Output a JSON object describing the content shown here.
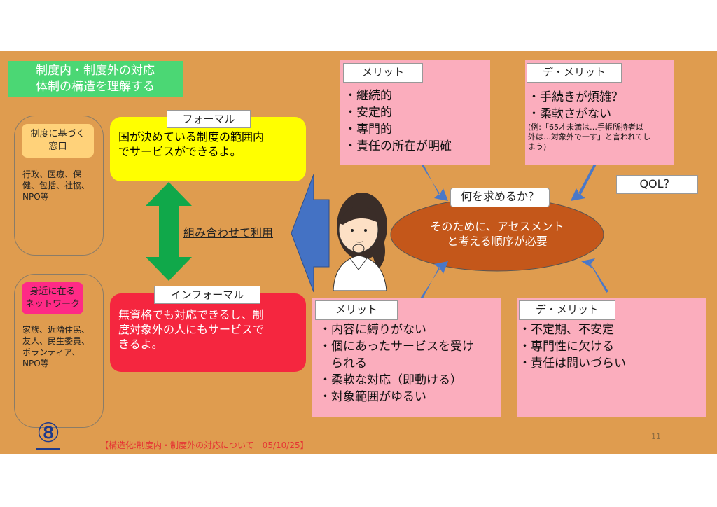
{
  "title": {
    "line1": "制度内・制度外の対応",
    "line2": "体制の構造を理解する"
  },
  "formal_side": {
    "label_line1": "制度に基づく",
    "label_line2": "窓口",
    "text": [
      "行政、医療、保",
      "健、包括、社協、",
      "NPO等"
    ]
  },
  "informal_side": {
    "label_line1": "身近に在る",
    "label_line2": "ネットワーク",
    "text": [
      "家族、近隣住民、",
      "友人、民生委員、",
      "ボランティア、",
      "NPO等"
    ]
  },
  "formal": {
    "tag": "フォーマル",
    "line1": "国が決めている制度の範囲内",
    "line2": "でサービスができるよ。"
  },
  "informal": {
    "tag": "インフォーマル",
    "line1": "無資格でも対応できるし、制",
    "line2": "度対象外の人にもサービスで",
    "line3": "きるよ。"
  },
  "combine_label": "組み合わせて利用",
  "formal_merit": {
    "tag": "メリット",
    "items": [
      "・継続的",
      "・安定的",
      "・専門的",
      "・責任の所在が明確"
    ]
  },
  "formal_demerit": {
    "tag": "デ・メリット",
    "items": [
      "・手続きが煩雑？",
      "・柔軟さがない"
    ],
    "note": [
      "(例:「65才未満は…手帳所持者以",
      "外は…対象外で一す」と言われてし",
      "まう)"
    ]
  },
  "informal_merit": {
    "tag": "メリット",
    "items": [
      "・内容に縛りがない",
      "・個にあったサービスを受け",
      "　られる",
      "・柔軟な対応（即動ける）",
      "・対象範囲がゆるい"
    ]
  },
  "informal_demerit": {
    "tag": "デ・メリット",
    "items": [
      "・不定期、不安定",
      "・専門性に欠ける",
      "・責任は問いづらい"
    ]
  },
  "center": {
    "question": "何を求めるか？",
    "line1": "そのために、アセスメント",
    "line2": "と考える順序が必要"
  },
  "qol": "QOL？",
  "slide_number": "⑧",
  "footer": "【構造化:制度内・制度外の対応について　05/10/25】",
  "page_number": "11",
  "colors": {
    "background": "#df9c4f",
    "pink": "#fbadbd",
    "yellow": "#ffff00",
    "red": "#f5263f",
    "green": "#10a84a",
    "ellipse": "#c4571a",
    "arrow_blue": "#4a78c8"
  }
}
